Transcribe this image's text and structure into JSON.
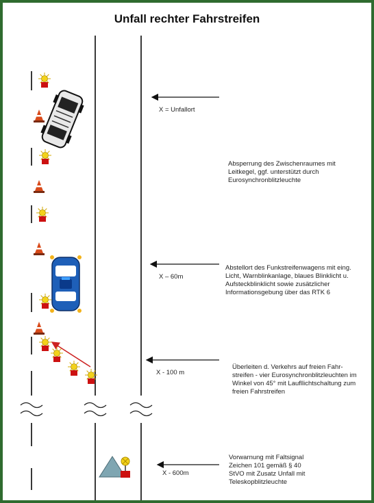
{
  "title": "Unfall rechter Fahrstreifen",
  "markers": [
    {
      "distance": "X = Unfallort"
    },
    {
      "distance": "X – 60m"
    },
    {
      "distance": "X - 100 m"
    },
    {
      "distance": "X - 600m"
    }
  ],
  "descriptions": {
    "absperrung": "Absperrung des Zwischenraumes mit Leitkegel, ggf. unterstützt durch Eurosynchronblitzleuchte",
    "abstellort": "Abstellort des Funkstreifenwagens mit eing. Licht, Warnblinkanlage, blaues Blinklicht u. Aufsteckblinklicht sowie zusätzlicher Informationsgebung über das RTK 6",
    "ueberleiten": "Überleiten d. Verkehrs auf freien Fahr-streifen - vier Eurosynchronblitzleuchten im Winkel von 45° mit Laufllichtschaltung zum freien Fahrstreifen",
    "vorwarnung": "Vorwarnung mit Faltsignal Zeichen 101 gemäß § 40 StVO mit Zusatz Unfall mit Teleskopblitzleuchte"
  },
  "colors": {
    "frame": "#2f6b2f",
    "cone": "#d84a1a",
    "lamp": "#f3d21a",
    "lamp_base": "#cc1111",
    "police_car": "#1e5fb8",
    "sign": "#7fa6b2",
    "arrow_45": "#cc2222"
  }
}
